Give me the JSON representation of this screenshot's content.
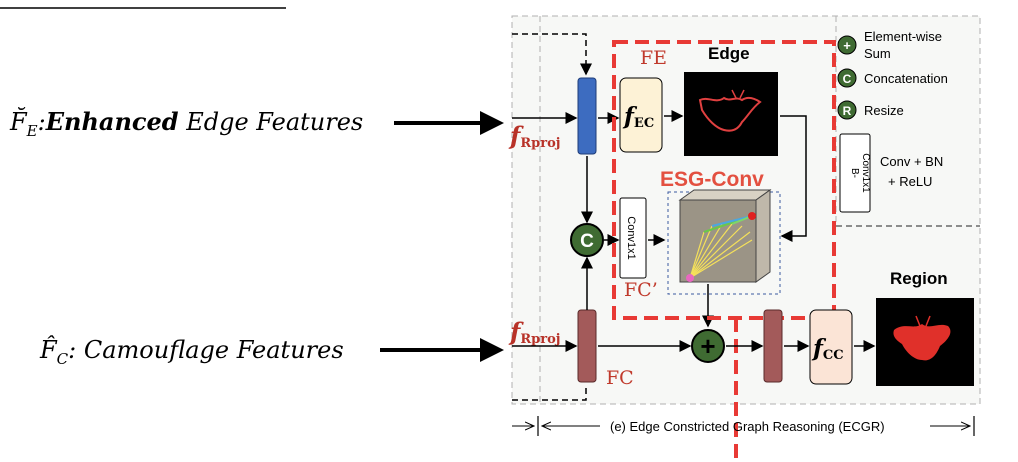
{
  "left_labels": {
    "edge_symbol": "F̆",
    "edge_sub": "E",
    "edge_bold": "Enhanced",
    "edge_rest": "Edge Features",
    "cam_symbol": "F̂",
    "cam_sub": "C",
    "cam_rest": "Camouflage Features"
  },
  "blocks": {
    "f_rproj_top": "f",
    "f_rproj_top_sub": "Rproj",
    "f_rproj_bottom": "f",
    "f_rproj_bottom_sub": "Rproj",
    "f_ec": "f",
    "f_ec_sub": "EC",
    "f_cc": "f",
    "f_cc_sub": "CC",
    "conv1x1": "Conv1x1",
    "concat_symbol": "C",
    "sum_symbol": "+"
  },
  "labels": {
    "fe": "FE",
    "edge": "Edge",
    "esg_conv": "ESG-Conv",
    "fc_prime": "FC’",
    "fc": "FC",
    "region": "Region"
  },
  "legend": {
    "sum_symbol": "+",
    "sum_label_line1": "Element-wise",
    "sum_label_line2": "Sum",
    "concat_symbol": "C",
    "concat_label": "Concatenation",
    "resize_symbol": "R",
    "resize_label": "Resize",
    "bconv_box_line1": "B-",
    "bconv_box_line2": "Conv1x1",
    "bconv_desc_line1": "Conv + BN",
    "bconv_desc_line2": "+ ReLU"
  },
  "caption": "(e) Edge Constricted Graph Reasoning (ECGR)",
  "colors": {
    "red_dash": "#e83a35",
    "blue_block": "#3d6cc0",
    "brown_block": "#a35a5a",
    "green_circle": "#3f6b32",
    "beige_block": "#fdf2d6",
    "peach_block": "#fbe4d6",
    "label_red": "#c0392b"
  }
}
